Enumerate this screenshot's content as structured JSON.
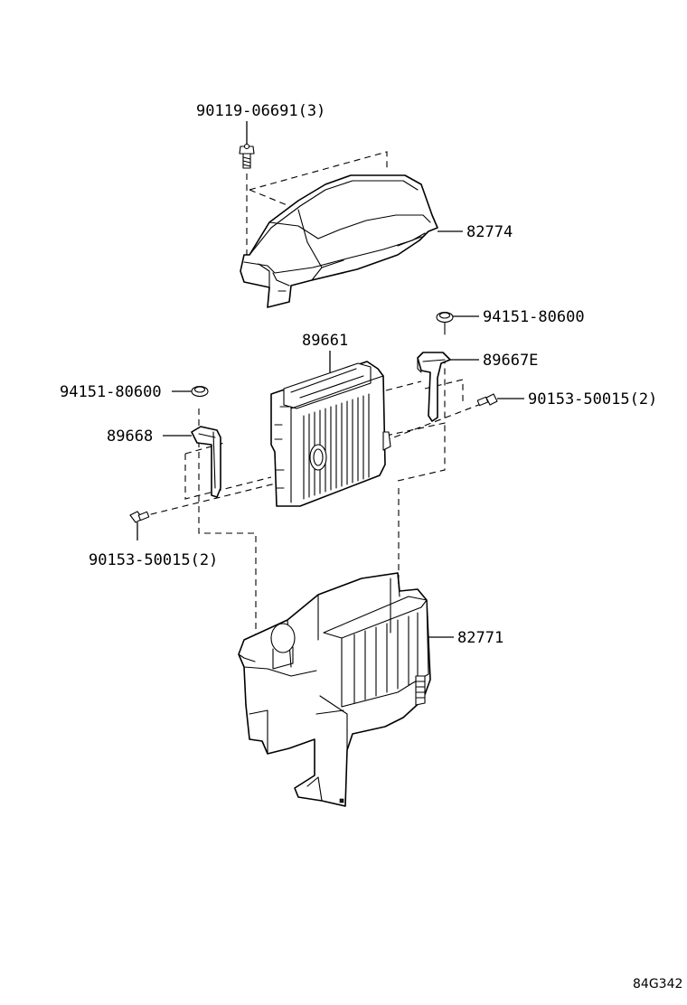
{
  "labels": {
    "bolt_top": "90119-06691(3)",
    "cover": "82774",
    "nut_right": "94151-80600",
    "ecu": "89661",
    "bracket_right": "89667E",
    "nut_left": "94151-80600",
    "screw_right": "90153-50015(2)",
    "bracket_left": "89668",
    "screw_left": "90153-50015(2)",
    "case": "82771"
  },
  "figure_code": "84G342"
}
